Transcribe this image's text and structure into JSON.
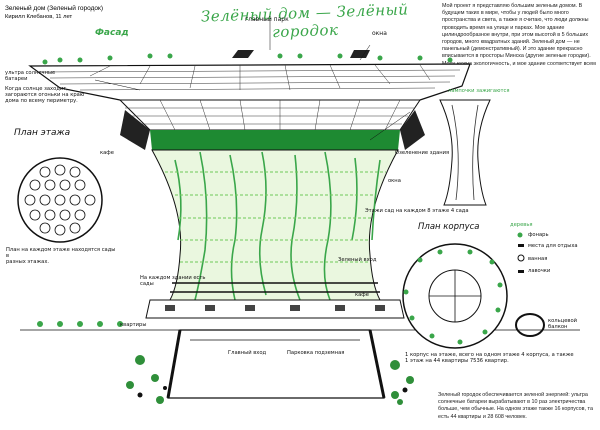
{
  "header": {
    "title": "Зеленый дом (Зеленый городок)",
    "author": "Кирилл Клебанов, 11 лет"
  },
  "drawing_title": "Зелёный дом — Зелёный городок",
  "facade_label": "Фасад",
  "labels": {
    "main_park": "главный парк",
    "windows": "окна",
    "ultra_solar": "ультра солнечные батареи",
    "top_left_1": "Когда солнце заходит,",
    "top_left_2": "загораются огоньки на краю",
    "top_left_3": "дома по всему периметру.",
    "lights_right": "лампочки зажигаются",
    "floor_plan_title": "План этажа",
    "floor_note_1": "План на каждом этаже находятся сады в",
    "floor_note_2": "разных этажах.",
    "greenery_building": "Озеленение здания",
    "cafe": "кафе",
    "windows_small": "окна",
    "floors": "Этажи сад на каждом 8 этаже 4 сада",
    "green_entrance": "Зеленый вход",
    "each_building": "На каждом здании есть сады",
    "parking": "Парковка подземная",
    "main_entrance": "Главный вход",
    "apartments": "квартиры",
    "cafes": "кафе",
    "roof_plan_title": "План корпуса",
    "trees": "деревья",
    "lantern": "фонарь",
    "places_for_rest": "места для отдыха",
    "fountains": "ванная",
    "circle_label": "кольцевой балкон",
    "benches": "лавочки",
    "floor_count_note": "1 корпус на этаже, всего на одном этаже 4 корпуса, а также",
    "floor_count_note2": "1 этаж на 44 квартиры 7536 квартир."
  },
  "description": "Мой проект я представляю большим зеленым домом. В будущем таких в мире, чтобы у людей было много пространства и света, а также я считаю, что люди должны проводить время на улице и парках. Мое здание цилиндрообразное внутри, при этом высотой в 5 больших городов, много квадратных зданий. Зеленый дом — не панельный (демонстративный). И это здание прекрасно вписывается в просторы Минска (другие зеленые городки). Мору нужна экологичность, и мое здание соответствует всем нормам.",
  "footer": "Зеленый городок обеспечивается зеленой энергией: ультра солнечные батареи вырабатывают в 10 раз электричества больше, чем обычные. На одном этаже также 16 корпусов, та есть 44 квартиры и 28 608 человек.",
  "colors": {
    "green": "#39a84a",
    "light_green": "#9fdc6e",
    "dark_green": "#1c7a2a",
    "ink": "#111111"
  }
}
